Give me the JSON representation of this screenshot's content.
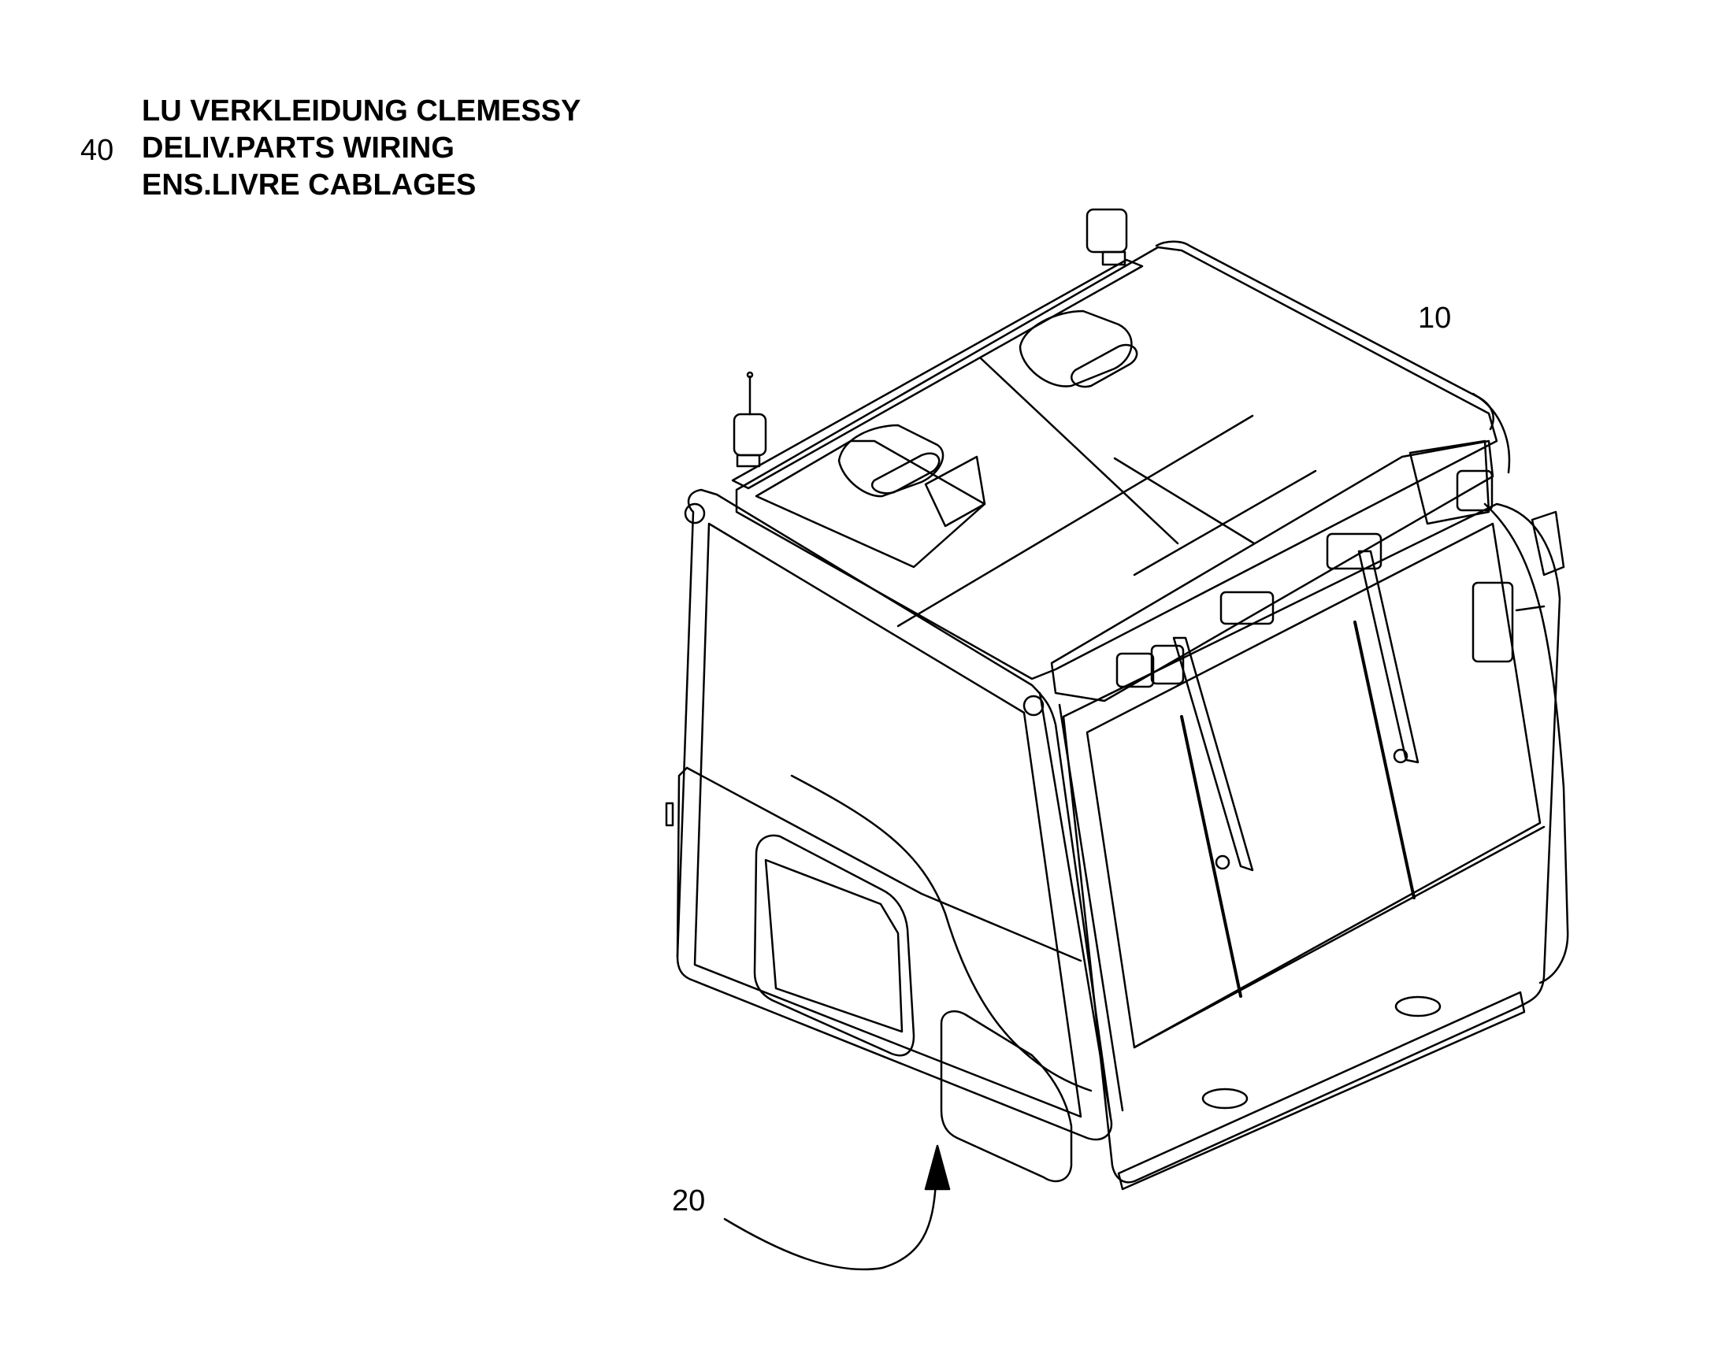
{
  "legend": {
    "number": "40",
    "lines": [
      "LU VERKLEIDUNG CLEMESSY",
      "DELIV.PARTS WIRING",
      "ENS.LIVRE CABLAGES"
    ]
  },
  "callouts": {
    "roof": "10",
    "cab": "20"
  },
  "colors": {
    "line": "#000000",
    "background": "#ffffff"
  }
}
